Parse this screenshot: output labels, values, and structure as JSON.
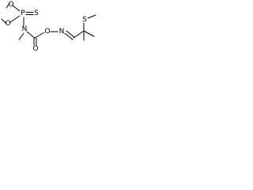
{
  "structure": {
    "atoms": {
      "o_methoxy_1": "O",
      "o_methoxy_2": "O",
      "phosphorus": "P",
      "sulfur_thiono": "S",
      "nitrogen_amide": "N",
      "oxygen_carbonyl": "O",
      "oxygen_oxime": "O",
      "nitrogen_oxime": "N",
      "sulfur_thioether": "S"
    },
    "colors": {
      "bond": "#000000",
      "text": "#000000",
      "background": "#ffffff"
    }
  }
}
